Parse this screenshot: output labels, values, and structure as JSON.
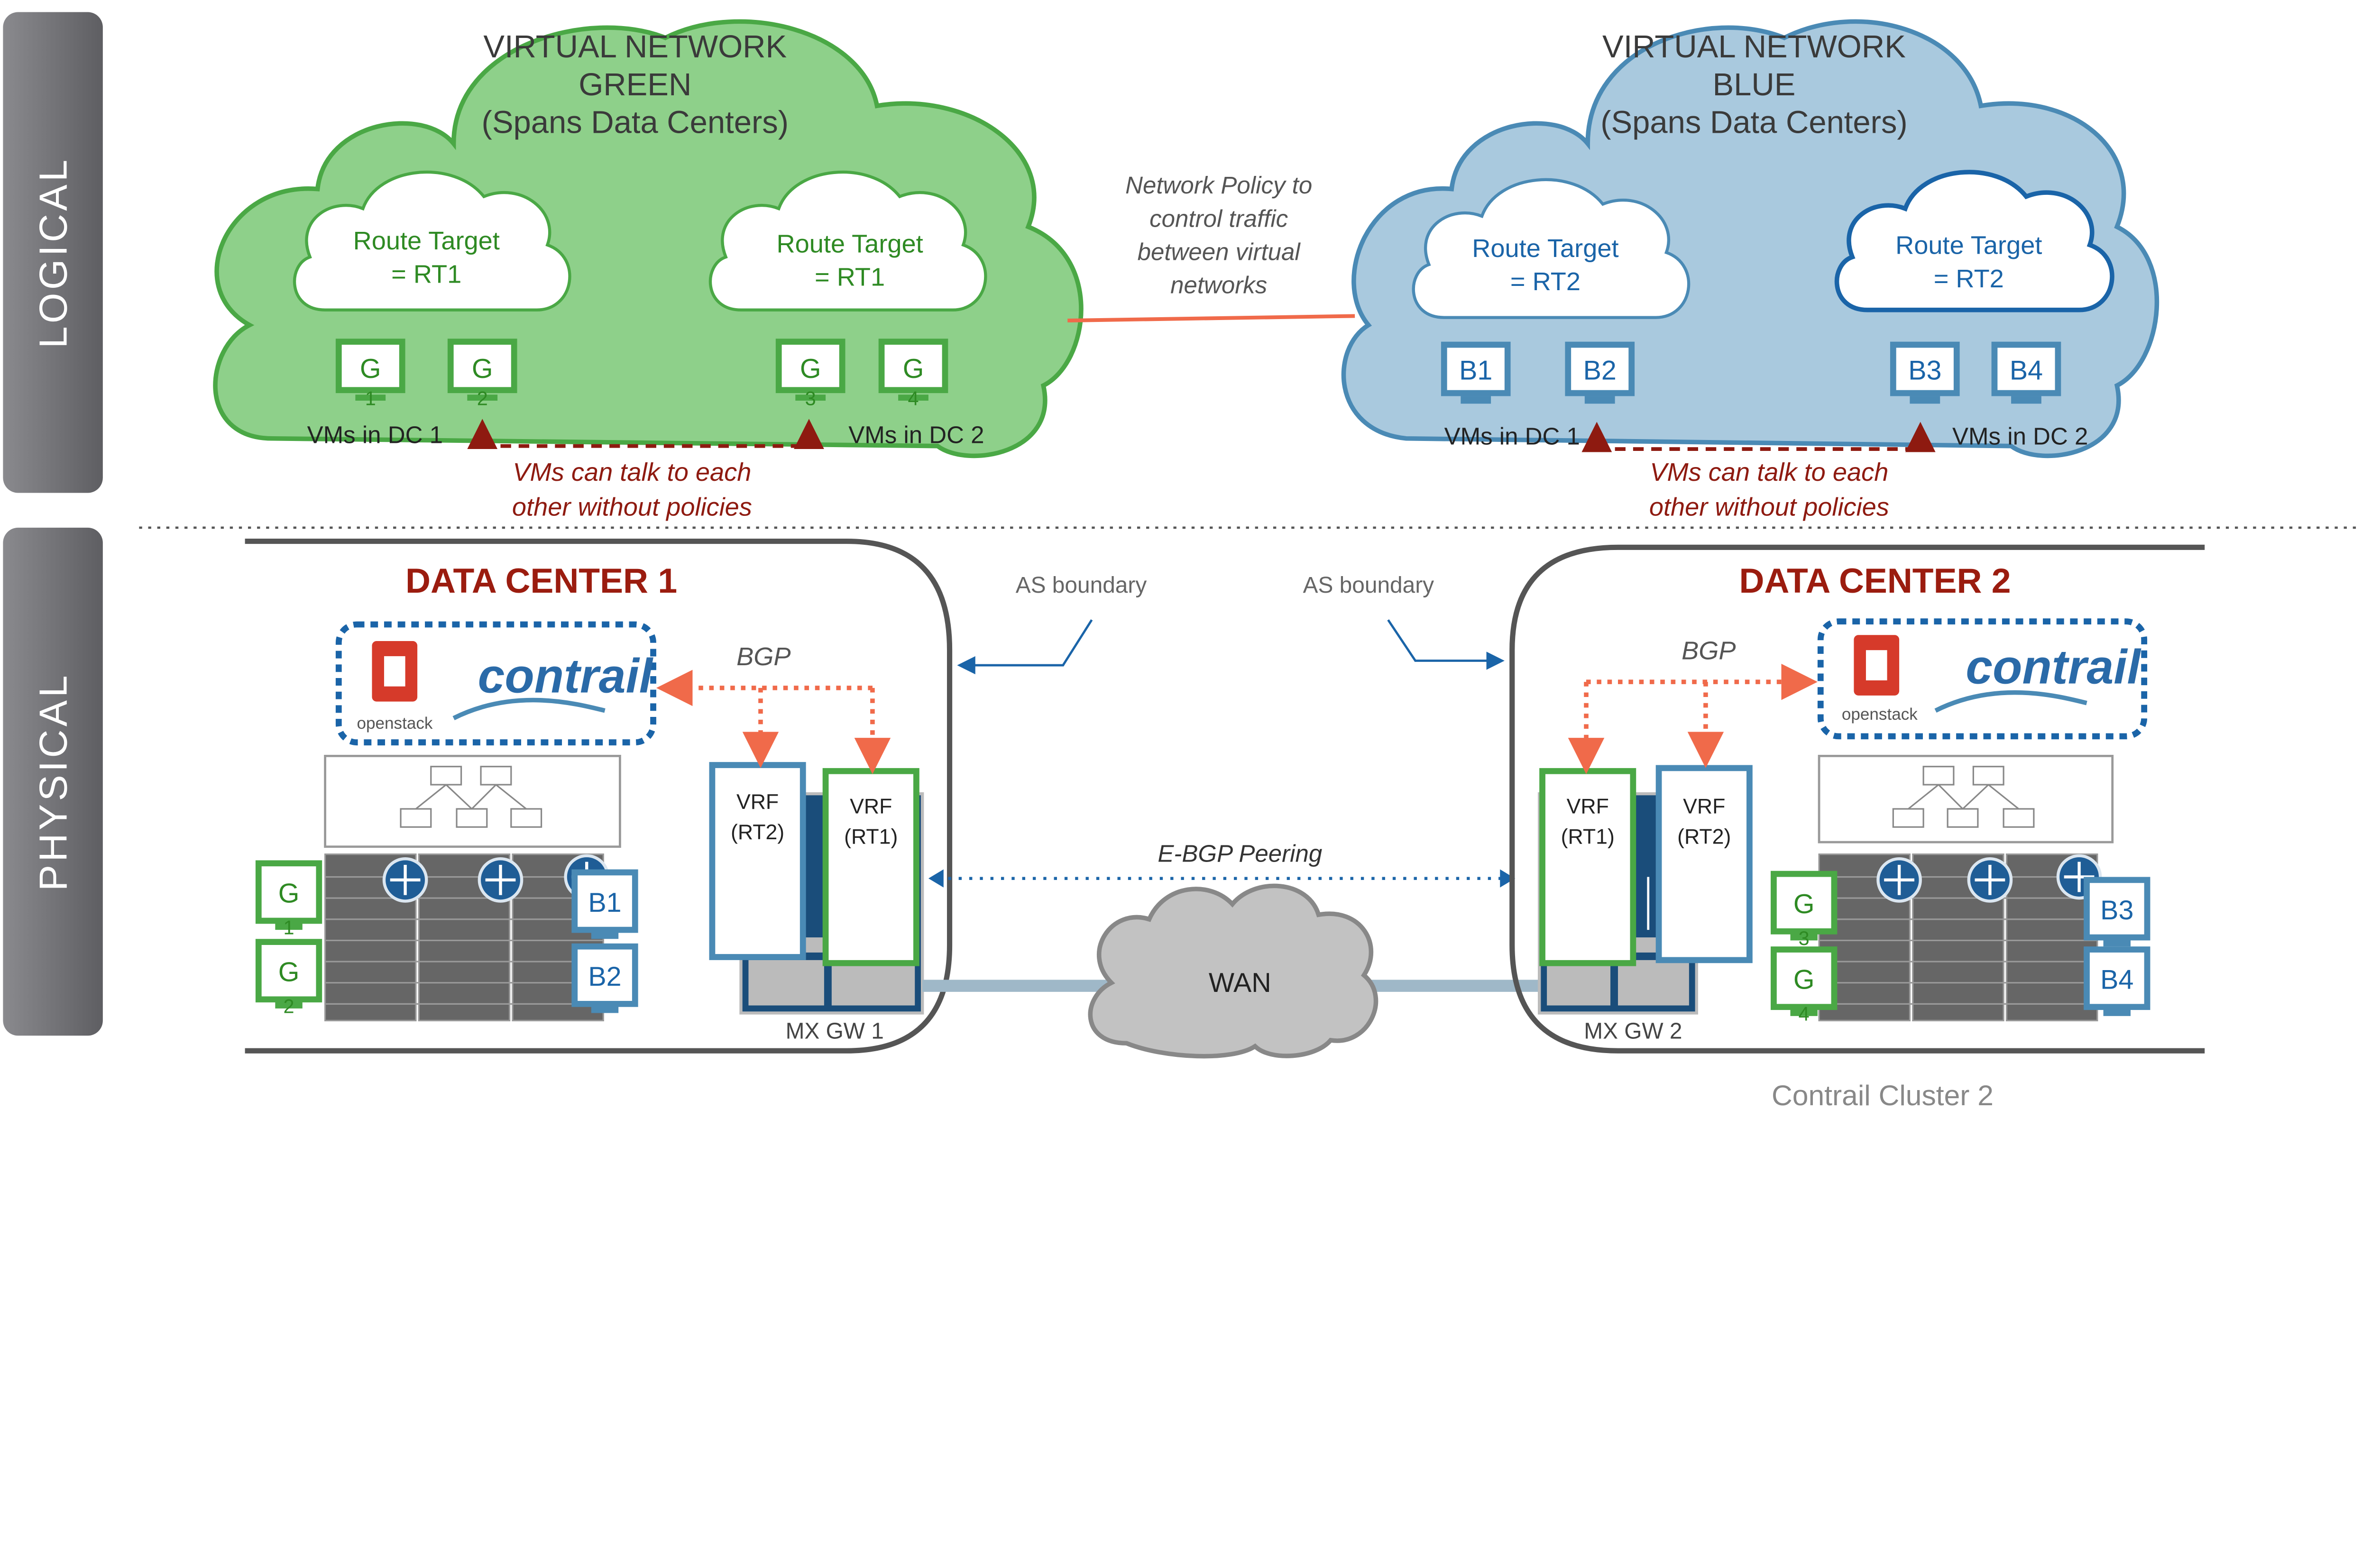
{
  "side_labels": {
    "logical": "LOGICAL",
    "physical": "PHYSICAL"
  },
  "green_network": {
    "title": [
      "VIRTUAL NETWORK",
      "GREEN",
      "(Spans Data Centers)"
    ],
    "route_targets": [
      [
        "Route Target",
        "= RT1"
      ],
      [
        "Route Target",
        "= RT1"
      ]
    ],
    "vms": [
      {
        "label": "G",
        "num": "1"
      },
      {
        "label": "G",
        "num": "2"
      },
      {
        "label": "G",
        "num": "3"
      },
      {
        "label": "G",
        "num": "4"
      }
    ],
    "dc1_label": "VMs in DC 1",
    "dc2_label": "VMs in DC 2",
    "note": [
      "VMs can talk to each",
      "other without policies"
    ]
  },
  "blue_network": {
    "title": [
      "VIRTUAL NETWORK",
      "BLUE",
      "(Spans Data Centers)"
    ],
    "route_targets": [
      [
        "Route Target",
        "= RT2"
      ],
      [
        "Route Target",
        "= RT2"
      ]
    ],
    "vms": [
      {
        "label": "B1"
      },
      {
        "label": "B2"
      },
      {
        "label": "B3"
      },
      {
        "label": "B4"
      }
    ],
    "dc1_label": "VMs in DC 1",
    "dc2_label": "VMs in DC 2",
    "note": [
      "VMs can talk to each",
      "other without policies"
    ]
  },
  "policy_note": [
    "Network Policy to",
    "control traffic",
    "between virtual",
    "networks"
  ],
  "dc1": {
    "title": "DATA CENTER 1",
    "bgp": "BGP",
    "vrfs": [
      [
        "VRF",
        "(RT2)"
      ],
      [
        "VRF",
        "(RT1)"
      ]
    ],
    "gateway": "MX GW 1",
    "vms": [
      {
        "label": "G",
        "num": "1"
      },
      {
        "label": "G",
        "num": "2"
      },
      {
        "label": "B1"
      },
      {
        "label": "B2"
      }
    ]
  },
  "dc2": {
    "title": "DATA CENTER 2",
    "bgp": "BGP",
    "vrfs": [
      [
        "VRF",
        "(RT1)"
      ],
      [
        "VRF",
        "(RT2)"
      ]
    ],
    "gateway": "MX GW 2",
    "vms": [
      {
        "label": "G",
        "num": "3"
      },
      {
        "label": "G",
        "num": "4"
      },
      {
        "label": "B3"
      },
      {
        "label": "B4"
      }
    ]
  },
  "logos": {
    "openstack": "openstack",
    "contrail": "contrail"
  },
  "as_boundary": "AS boundary",
  "ebgp": "E-BGP Peering",
  "wan": "WAN",
  "cluster_label": "Contrail Cluster 2",
  "colors": {
    "green": "#4aa845",
    "blue": "#4a8ab5",
    "dc_title": "#9b1c0f",
    "bgp_arrow": "#f06a4a",
    "as_arrow": "#1a64a8"
  }
}
